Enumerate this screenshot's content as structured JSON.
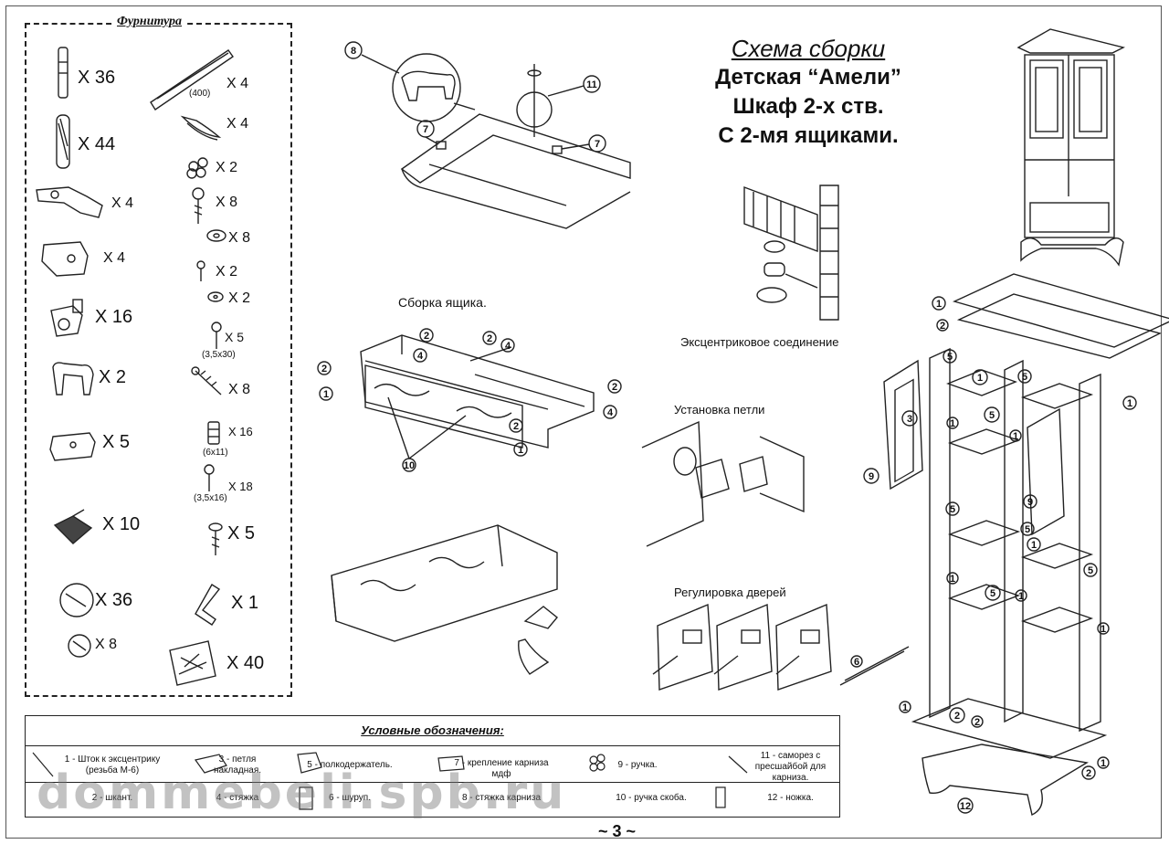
{
  "fittings": {
    "title": "Фурнитура",
    "items": [
      {
        "name": "eccentric-rod",
        "qty": "X 36"
      },
      {
        "name": "dowel",
        "qty": "X 44"
      },
      {
        "name": "overlay-hinge",
        "qty": "X 4"
      },
      {
        "name": "hinge-mount",
        "qty": "X 4"
      },
      {
        "name": "shelf-support",
        "qty": "X 16"
      },
      {
        "name": "bracket-handle",
        "qty": "X 2"
      },
      {
        "name": "cornice-fix",
        "qty": "X 5"
      },
      {
        "name": "furniture-glide",
        "qty": "X 10"
      },
      {
        "name": "eccentric-cap",
        "qty": "X 36"
      },
      {
        "name": "small-cap",
        "qty": "X 8"
      },
      {
        "name": "drawer-runner",
        "qty": "X 4",
        "note": "(400)"
      },
      {
        "name": "handle",
        "qty": "X 4"
      },
      {
        "name": "knob",
        "qty": "X 2"
      },
      {
        "name": "bolt",
        "qty": "X 8"
      },
      {
        "name": "washer",
        "qty": "X 8"
      },
      {
        "name": "small-bolt",
        "qty": "X 2"
      },
      {
        "name": "small-washer",
        "qty": "X 2"
      },
      {
        "name": "screw-3-5x30",
        "qty": "X 5",
        "note": "(3,5x30)"
      },
      {
        "name": "wood-screw",
        "qty": "X 8"
      },
      {
        "name": "threaded-insert",
        "qty": "X 16",
        "note": "(6x11)"
      },
      {
        "name": "screw-3-5x16",
        "qty": "X 18",
        "note": "(3,5x16)"
      },
      {
        "name": "cornice-screw",
        "qty": "X 5"
      },
      {
        "name": "hex-key",
        "qty": "X 1"
      },
      {
        "name": "screw-bag",
        "qty": "X 40"
      }
    ]
  },
  "title": {
    "line1": "Схема сборки",
    "line2": "Детская “Амели”",
    "line3": "Шкаф 2-х ств.",
    "line4": "С 2-мя ящиками."
  },
  "labels": {
    "drawer_assembly": "Сборка ящика.",
    "eccentric_connection": "Эксцентриковое соединение",
    "hinge_install": "Установка петли",
    "door_adjust": "Регулировка дверей"
  },
  "legend": {
    "title": "Условные обозначения:",
    "row1": [
      "1 - Шток к эксцентрику (резьба М-6)",
      "3 - петля накладная.",
      "5 - полкодержатель.",
      "7 - крепление карниза мдф",
      "9 - ручка.",
      "11 - саморез с пресшайбой для карниза."
    ],
    "row2": [
      "2 - шкант.",
      "4 - стяжка",
      "6 - шуруп.",
      "8 - стяжка карниза",
      "10 - ручка скоба.",
      "12 - ножка."
    ]
  },
  "watermark": "dommebeli.spb.ru",
  "page_number": "~ 3 ~"
}
